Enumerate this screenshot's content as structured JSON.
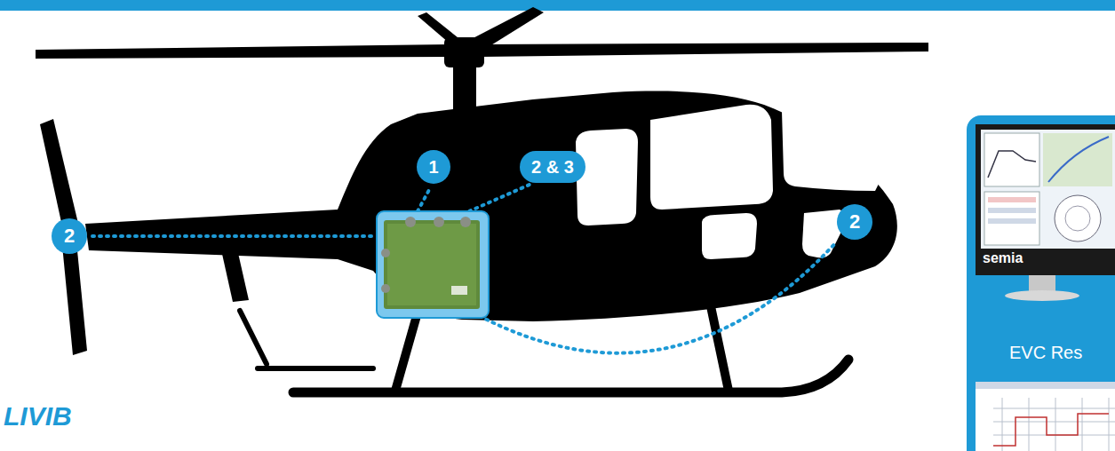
{
  "diagram": {
    "nodes": [
      {
        "text": [
          "1"
        ]
      },
      {
        "text": [
          "2 & 3"
        ]
      },
      {
        "text": [
          "2"
        ]
      },
      {
        "text": [
          "2"
        ]
      },
      {
        "text": [
          "EVC Res"
        ]
      }
    ],
    "labels": [
      "semia",
      "LIVIB"
    ]
  }
}
